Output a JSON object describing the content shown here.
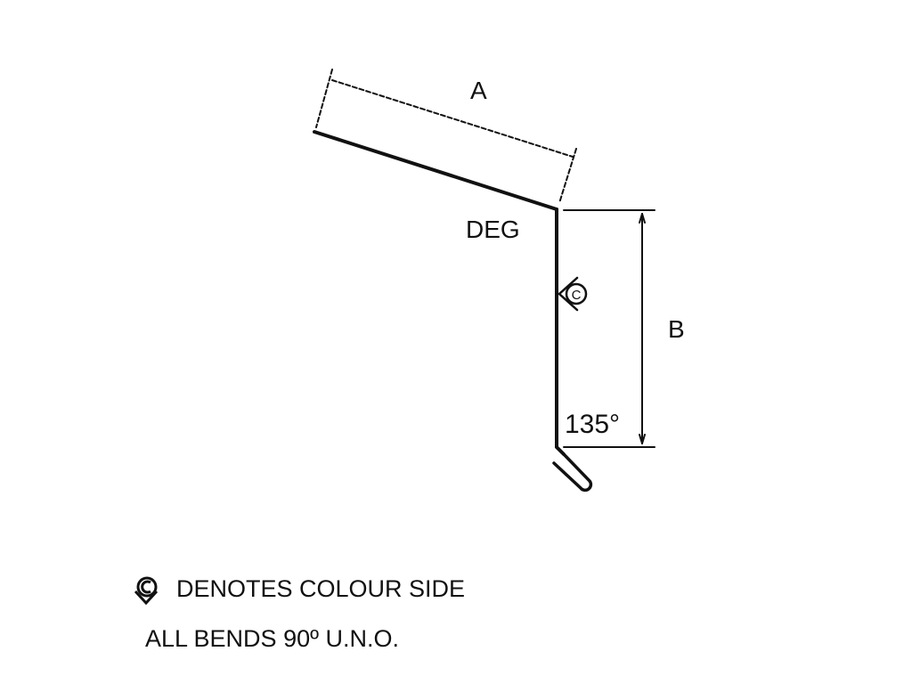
{
  "diagram": {
    "dim_a": "A",
    "dim_b": "B",
    "angle_top": "DEG",
    "angle_bottom": "135°",
    "colour_symbol": "C"
  },
  "notes": {
    "line1": "DENOTES COLOUR SIDE",
    "line2": "ALL BENDS 90º U.N.O."
  }
}
